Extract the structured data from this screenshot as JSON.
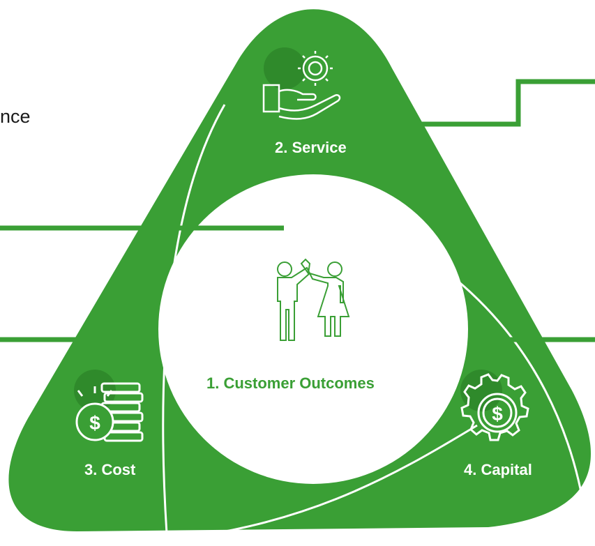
{
  "partial_text": "nce",
  "segments": {
    "service": {
      "label": "2. Service",
      "icon": "hand-gear-icon"
    },
    "cost": {
      "label": "3. Cost",
      "icon": "coin-stack-icon"
    },
    "capital": {
      "label": "4. Capital",
      "icon": "dollar-gear-icon"
    },
    "customer_outcomes": {
      "label": "1. Customer Outcomes",
      "icon": "two-people-high-five-icon"
    }
  },
  "colors": {
    "green": "#3a9f35",
    "connector": "#3a9f35",
    "white": "#ffffff"
  }
}
